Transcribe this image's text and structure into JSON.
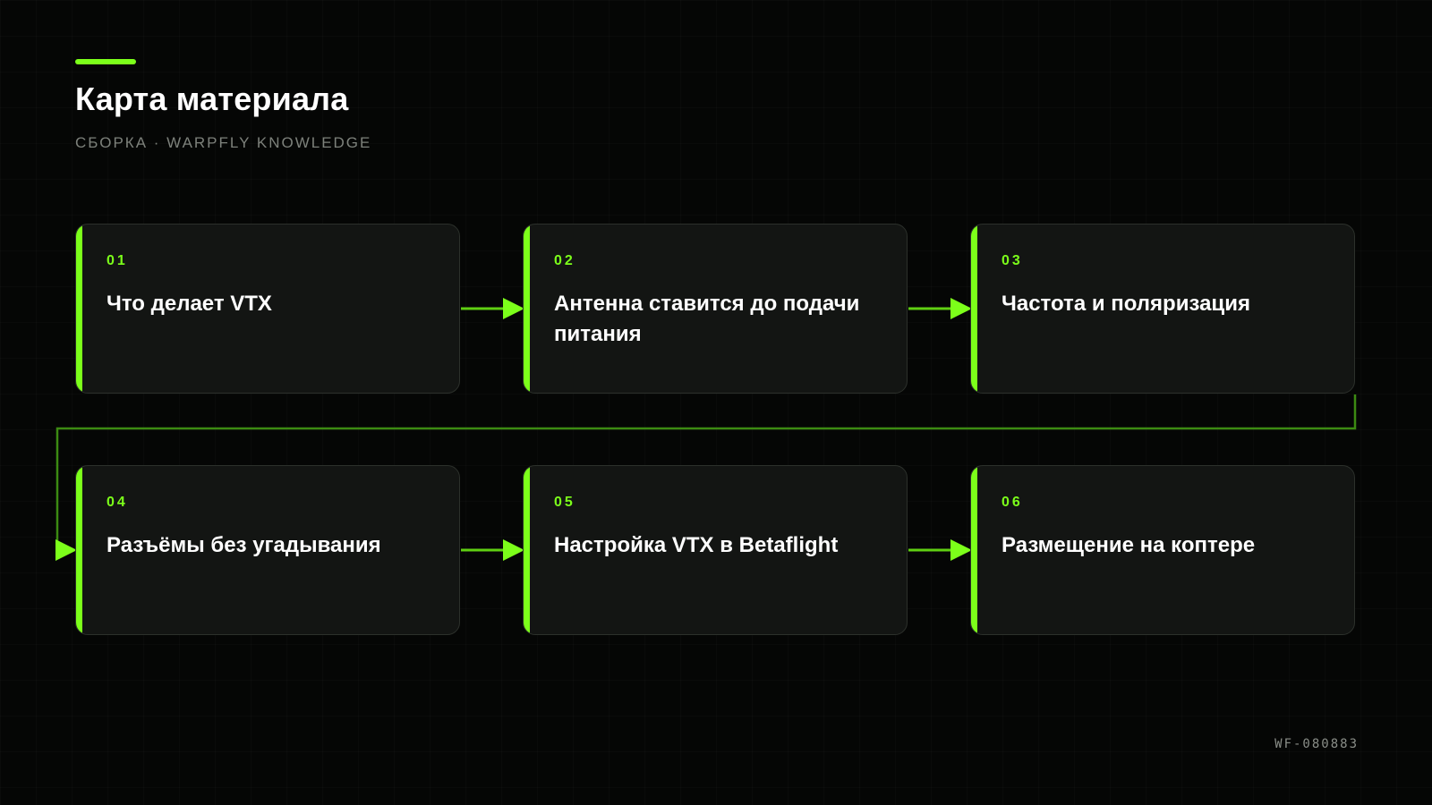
{
  "header": {
    "title": "Карта материала",
    "subtitle": "СБОРКА · WARPFLY KNOWLEDGE"
  },
  "steps": [
    {
      "num": "01",
      "title": "Что делает VTX"
    },
    {
      "num": "02",
      "title": "Антенна ставится до подачи питания"
    },
    {
      "num": "03",
      "title": "Частота и поляризация"
    },
    {
      "num": "04",
      "title": "Разъёмы без угадывания"
    },
    {
      "num": "05",
      "title": "Настройка VTX в Betaflight"
    },
    {
      "num": "06",
      "title": "Размещение на коптере"
    }
  ],
  "footer": {
    "code": "WF-080883"
  },
  "colors": {
    "accent": "#7cff1a",
    "background": "#050605",
    "card": "#131513"
  }
}
